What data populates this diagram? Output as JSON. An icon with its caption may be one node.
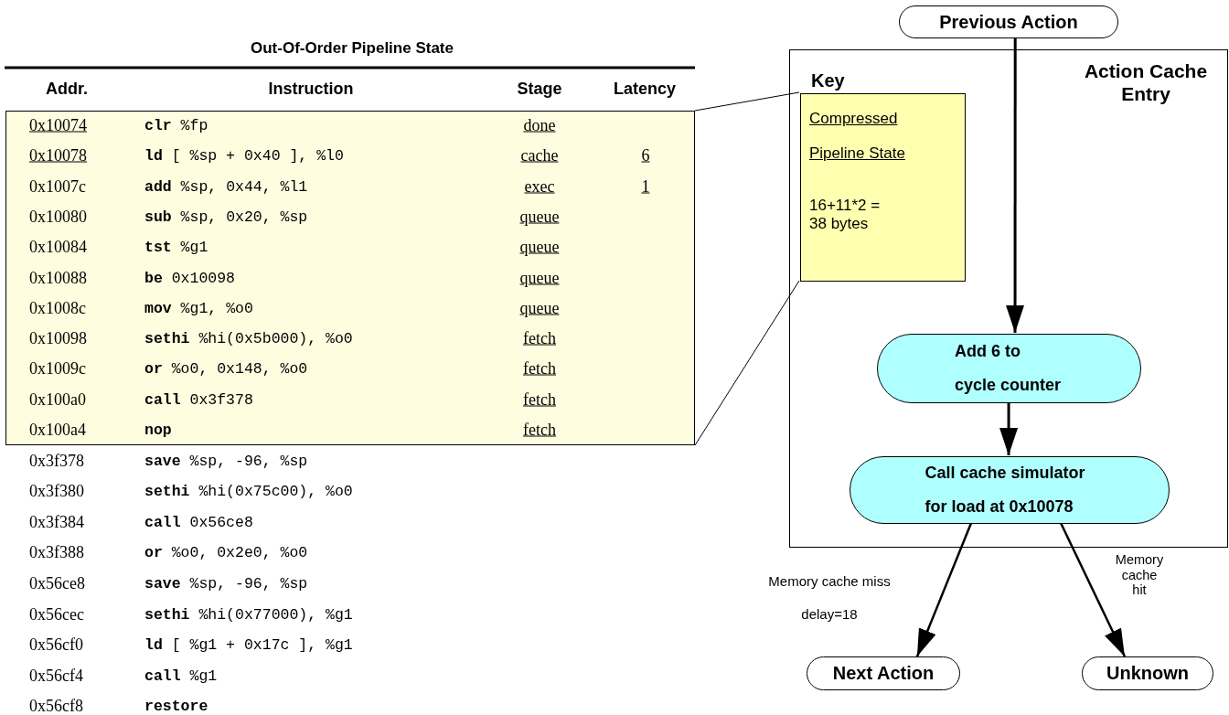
{
  "diagram": {
    "nodes": [
      {
        "text": [],
        "shape": "box"
      },
      {
        "text": [
          "Previous Action"
        ]
      },
      {
        "text": [
          "Action Cache Entry"
        ]
      },
      {
        "text": [
          "Key",
          "Compressed Pipeline State",
          "16+11*2 = 38 bytes"
        ],
        "in": 2
      },
      {
        "text": [
          "Add 6 to cycle counter"
        ],
        "in": 2
      },
      {
        "text": [
          "Call cache simulator for load at 0x10078"
        ],
        "in": 2
      },
      {
        "text": [
          "Next Action"
        ]
      },
      {
        "text": [
          "Unknown"
        ]
      }
    ],
    "edges": [
      {
        "from": 1,
        "to": 4,
        "arrow": "to"
      },
      {
        "from": 4,
        "to": 5,
        "arrow": "to"
      },
      {
        "from": 5,
        "to": 6,
        "arrow": "to",
        "label": "Memory cache miss delay=18"
      },
      {
        "from": 5,
        "to": 7,
        "arrow": "to",
        "label": "Memory cache hit"
      },
      {
        "from": 0,
        "to": 3,
        "arrow": "none"
      },
      {
        "from": 0,
        "to": 3,
        "arrow": "none"
      }
    ],
    "labels": [
      "Out-Of-Order Pipeline State",
      "Addr.",
      "Instruction",
      "Stage",
      "Latency",
      "0x10074",
      "**clr** %fp",
      "done",
      "0x10078",
      "**ld** [ %sp + 0x40 ], %l0",
      "cache",
      "6",
      "0x1007c",
      "**add** %sp, 0x44, %l1",
      "exec",
      "1",
      "0x10080",
      "**sub** %sp, 0x20, %sp",
      "queue",
      "0x10084",
      "**tst** %g1",
      "queue",
      "0x10088",
      "**be** 0x10098",
      "queue",
      "0x1008c",
      "**mov** %g1, %o0",
      "queue",
      "0x10098",
      "**sethi** %hi(0x5b000), %o0",
      "fetch",
      "0x1009c",
      "**or** %o0, 0x148, %o0",
      "fetch",
      "0x100a0",
      "**call** 0x3f378",
      "fetch",
      "0x100a4",
      "**nop**",
      "fetch",
      "0x3f378",
      "**save** %sp, -96, %sp",
      "0x3f380",
      "**sethi** %hi(0x75c00), %o0",
      "0x3f384",
      "**call** 0x56ce8",
      "0x3f388",
      "**or** %o0, 0x2e0, %o0",
      "0x56ce8",
      "**save** %sp, -96, %sp",
      "0x56cec",
      "**sethi** %hi(0x77000), %g1",
      "0x56cf0",
      "**ld** [ %g1 + 0x17c ], %g1",
      "0x56cf4",
      "**call** %g1",
      "0x56cf8",
      "**restore**"
    ]
  }
}
